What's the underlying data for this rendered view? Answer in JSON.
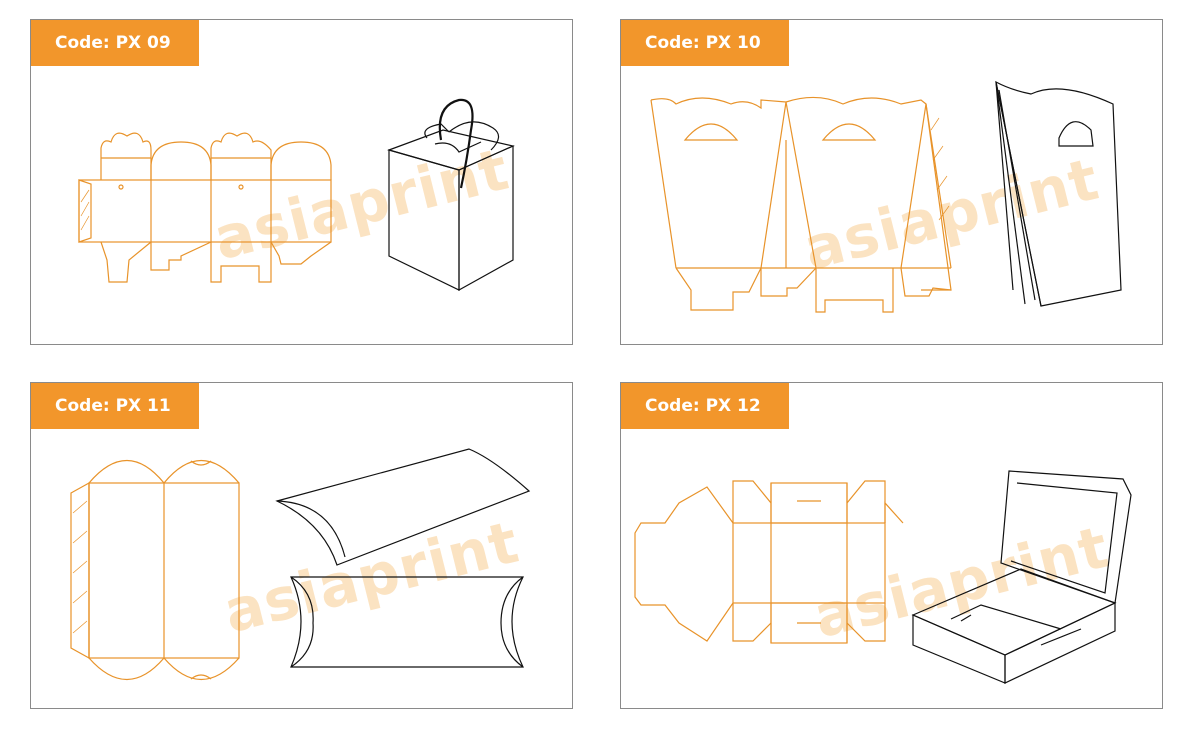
{
  "panels": [
    {
      "code": "Code: PX 09",
      "watermark": "asiaprint"
    },
    {
      "code": "Code: PX 10",
      "watermark": "asiaprint"
    },
    {
      "code": "Code: PX 11",
      "watermark": "asiaprint"
    },
    {
      "code": "Code: PX 12",
      "watermark": "asiaprint"
    }
  ],
  "colors": {
    "accent": "#f2962b",
    "dieline": "#e8932a",
    "ink": "#111111",
    "border": "#8a8a8a"
  }
}
